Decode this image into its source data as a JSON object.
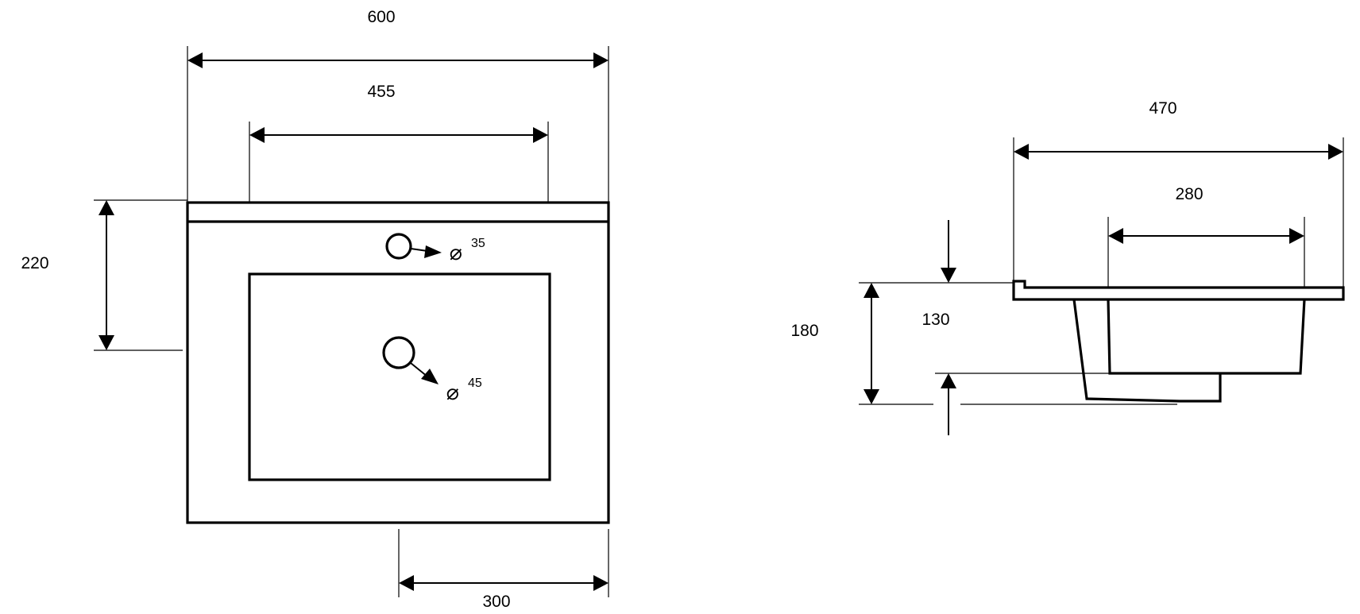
{
  "front_view": {
    "width_overall": "600",
    "width_basin": "455",
    "depth_back": "220",
    "drain_offset": "300",
    "tap_hole": {
      "symbol": "⌀",
      "size": "35"
    },
    "drain_hole": {
      "symbol": "⌀",
      "size": "45"
    }
  },
  "side_view": {
    "depth_overall": "470",
    "depth_basin": "280",
    "height_overall": "180",
    "height_basin": "130"
  }
}
